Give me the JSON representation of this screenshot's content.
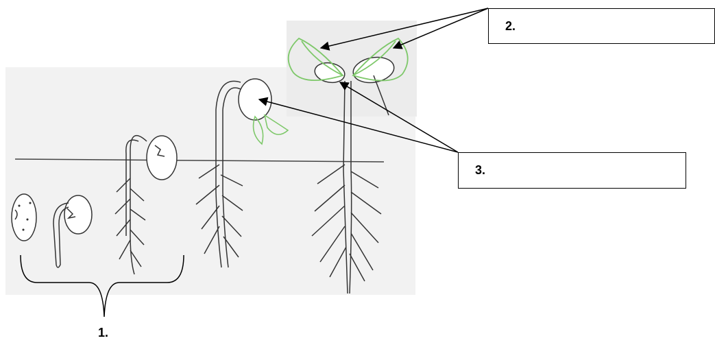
{
  "labels": {
    "one": "1.",
    "two": "2.",
    "three": "3."
  },
  "colors": {
    "outline": "#333333",
    "leaf_green": "#7ec86a",
    "soil_panel": "#f2f2f2",
    "leaf_panel": "#ececec",
    "arrow": "#000000"
  }
}
